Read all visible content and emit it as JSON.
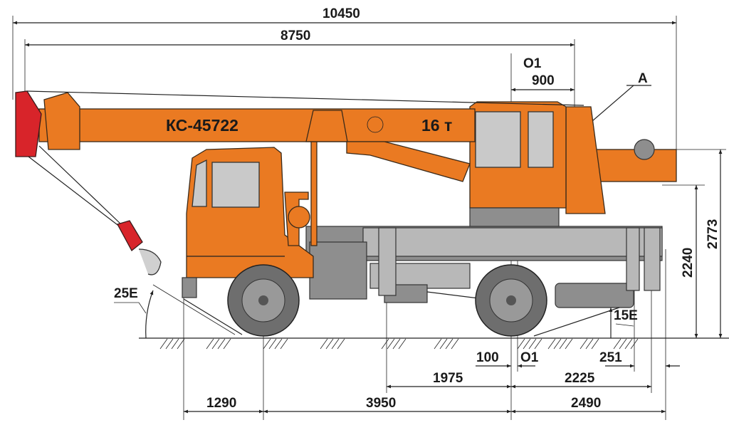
{
  "model": {
    "name": "КС-45722",
    "capacity": "16 т"
  },
  "dimensions": {
    "overall_length": "10450",
    "boom_length": "8750",
    "axis_label_top": "O1",
    "axis_offset": "900",
    "detail_label": "A",
    "angle_front": "25E",
    "angle_rear": "15E",
    "height_2240": "2240",
    "height_2773": "2773",
    "offset_100": "100",
    "axis_label_bottom": "O1",
    "offset_251": "251",
    "dist_1975": "1975",
    "dist_2225": "2225",
    "front_overhang": "1290",
    "wheelbase": "3950",
    "rear_overhang": "2490"
  },
  "colors": {
    "body": "#ea7a22",
    "hook": "#d8242a",
    "chassis": "#8e8e8e"
  }
}
